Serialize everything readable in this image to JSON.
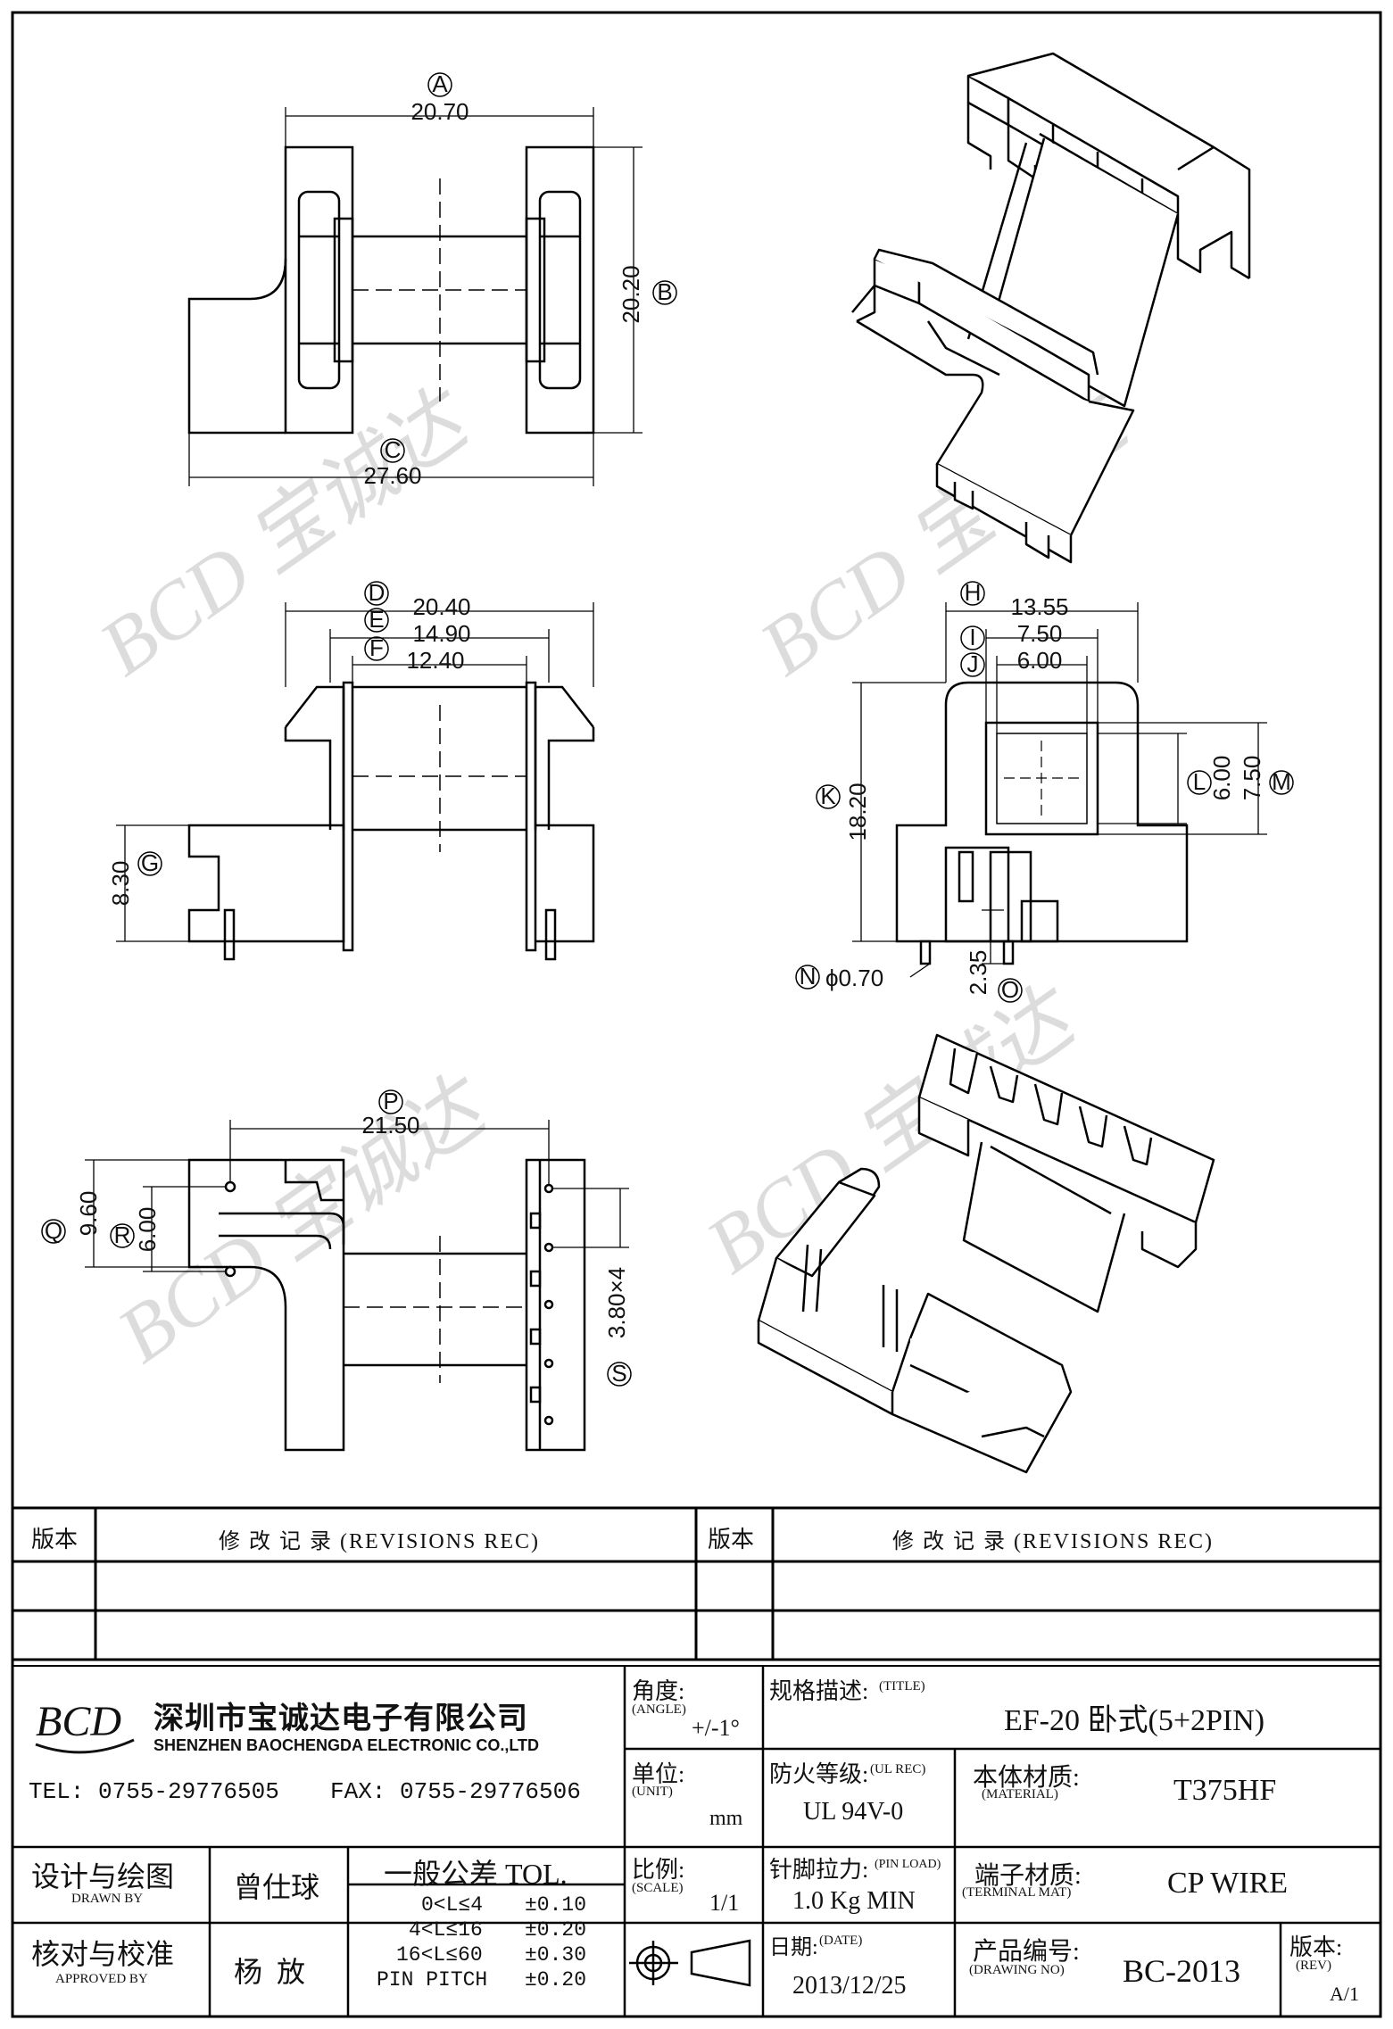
{
  "dimensions": {
    "A": {
      "tag": "A",
      "value": "20.70"
    },
    "B": {
      "tag": "B",
      "value": "20.20"
    },
    "C": {
      "tag": "C",
      "value": "27.60"
    },
    "D": {
      "tag": "D",
      "value": "20.40"
    },
    "E": {
      "tag": "E",
      "value": "14.90"
    },
    "F": {
      "tag": "F",
      "value": "12.40"
    },
    "G": {
      "tag": "G",
      "value": "8.30"
    },
    "H": {
      "tag": "H",
      "value": "13.55"
    },
    "I": {
      "tag": "I",
      "value": "7.50"
    },
    "J": {
      "tag": "J",
      "value": "6.00"
    },
    "K": {
      "tag": "K",
      "value": "18.20"
    },
    "L": {
      "tag": "L",
      "value": "6.00"
    },
    "M": {
      "tag": "M",
      "value": "7.50"
    },
    "N": {
      "tag": "N",
      "value": "ϕ0.70"
    },
    "O": {
      "tag": "O",
      "value": "2.35"
    },
    "P": {
      "tag": "P",
      "value": "21.50"
    },
    "Q": {
      "tag": "Q",
      "value": "9.60"
    },
    "R": {
      "tag": "R",
      "value": "6.00"
    },
    "S": {
      "tag": "S",
      "value": "3.80×4"
    }
  },
  "watermark": "BCD 宝诚达",
  "revisions": {
    "left_version": "版本",
    "left_title": "修 改 记 录  (REVISIONS REC)",
    "right_version": "版本",
    "right_title": "修 改 记 录  (REVISIONS REC)"
  },
  "company": {
    "logo": "BCD",
    "name_cn": "深圳市宝诚达电子有限公司",
    "name_en": "SHENZHEN BAOCHENGDA ELECTRONIC CO.,LTD",
    "tel": "TEL: 0755-29776505",
    "fax": "FAX: 0755-29776506"
  },
  "angle": {
    "label_cn": "角度:",
    "label_en": "(ANGLE)",
    "value": "+/-1°"
  },
  "title": {
    "label_cn": "规格描述:",
    "label_en": "(TITLE)",
    "value": "EF-20 卧式(5+2PIN)"
  },
  "unit": {
    "label_cn": "单位:",
    "label_en": "(UNIT)",
    "value": "mm"
  },
  "ul": {
    "label_cn": "防火等级:",
    "label_en": "(UL REC)",
    "value": "UL 94V-0"
  },
  "material": {
    "label_cn": "本体材质:",
    "label_en": "(MATERIAL)",
    "value": "T375HF"
  },
  "drawn": {
    "label_cn": "设计与绘图",
    "label_en": "DRAWN BY",
    "name": "曾仕球"
  },
  "approved": {
    "label_cn": "核对与校准",
    "label_en": "APPROVED BY",
    "name": "杨  放"
  },
  "tolerance": {
    "header": "一般公差 TOL.",
    "rows": [
      {
        "range": "0<L≤4",
        "tol": "±0.10"
      },
      {
        "range": "4<L≤16",
        "tol": "±0.20"
      },
      {
        "range": "16<L≤60",
        "tol": "±0.30"
      },
      {
        "range": "PIN PITCH",
        "tol": "±0.20"
      }
    ]
  },
  "scale": {
    "label_cn": "比例:",
    "label_en": "(SCALE)",
    "value": "1/1"
  },
  "pin_load": {
    "label_cn": "针脚拉力:",
    "label_en": "(PIN LOAD)",
    "value": "1.0 Kg MIN"
  },
  "terminal": {
    "label_cn": "端子材质:",
    "label_en": "(TERMINAL MAT)",
    "value": "CP WIRE"
  },
  "date": {
    "label_cn": "日期:",
    "label_en": "(DATE)",
    "value": "2013/12/25"
  },
  "drawing_no": {
    "label_cn": "产品编号:",
    "label_en": "(DRAWING NO)",
    "value": "BC-2013"
  },
  "rev": {
    "label_cn": "版本:",
    "label_en": "(REV)",
    "value": "A/1"
  }
}
